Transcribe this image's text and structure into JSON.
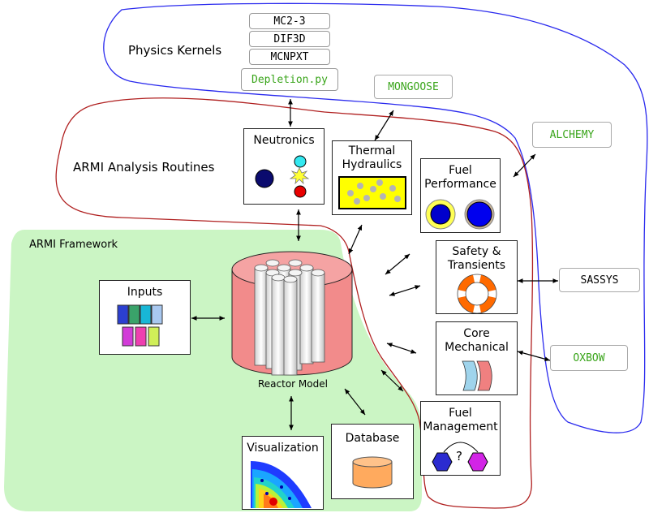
{
  "physics_kernels": {
    "label": "Physics Kernels",
    "items": [
      "MC2-3",
      "DIF3D",
      "MCNPXT",
      "Depletion.py"
    ]
  },
  "analysis_routines_label": "ARMI Analysis Routines",
  "framework_label": "ARMI Framework",
  "external_codes": {
    "mongoose": "MONGOOSE",
    "alchemy": "ALCHEMY",
    "sassys": "SASSYS",
    "oxbow": "OXBOW"
  },
  "plugins": {
    "neutronics": "Neutronics",
    "thermal_hydraulics": [
      "Thermal",
      "Hydraulics"
    ],
    "fuel_performance": [
      "Fuel",
      "Performance"
    ],
    "safety": [
      "Safety &",
      "Transients"
    ],
    "core_mechanical": [
      "Core",
      "Mechanical"
    ],
    "fuel_management": [
      "Fuel",
      "Management"
    ],
    "fuel_management_symbol": "?"
  },
  "framework": {
    "inputs": "Inputs",
    "reactor_model": "Reactor Model",
    "visualization": "Visualization",
    "database": "Database"
  },
  "colors": {
    "kernel_loop": "#2a2aee",
    "analysis_loop": "#b02020",
    "framework_region": "#cbf5c4",
    "external_text": "#3aa51b",
    "reactor_vessel": "#f28b8b"
  }
}
